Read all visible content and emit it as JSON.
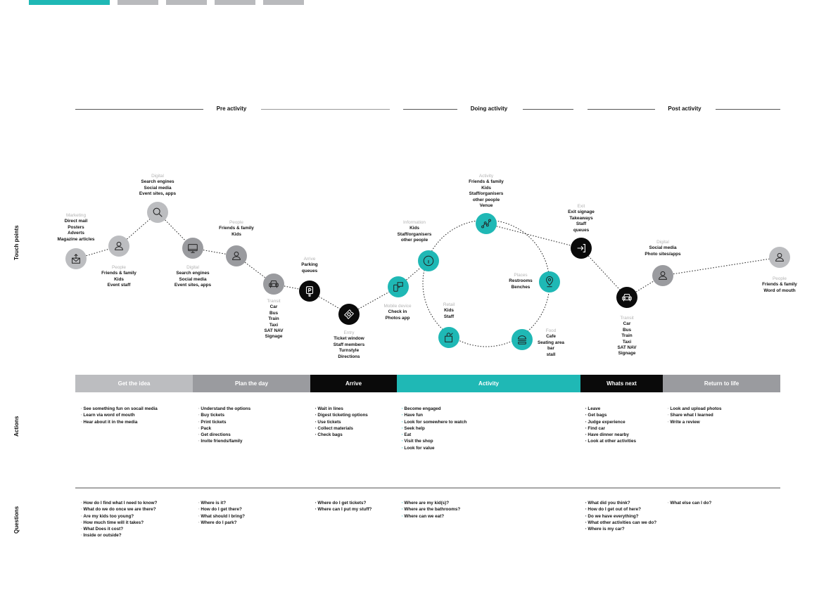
{
  "tabs": [
    {
      "label": "",
      "active": true
    },
    {
      "label": "",
      "active": false
    },
    {
      "label": "",
      "active": false
    },
    {
      "label": "",
      "active": false
    },
    {
      "label": "",
      "active": false
    }
  ],
  "phases": {
    "pre": "Pre activity",
    "doing": "Doing activity",
    "post": "Post activity"
  },
  "row_labels": {
    "touch_points": "Touch points",
    "actions": "Actions",
    "questions": "Questions"
  },
  "colors": {
    "teal": "#1fb8b5",
    "light_grey": "#bcbdc0",
    "mid_grey": "#9a9b9f",
    "black": "#0a0a0a"
  },
  "touchpoints": [
    {
      "id": "marketing",
      "category": "Marketing",
      "items": [
        "Direct mail",
        "Posters",
        "Adverts",
        "Magazine articles"
      ],
      "icon": "mail-upload-icon"
    },
    {
      "id": "people1",
      "category": "People",
      "items": [
        "Friends & family",
        "Kids",
        "Event staff"
      ],
      "icon": "person-icon"
    },
    {
      "id": "digital1",
      "category": "Digital",
      "items": [
        "Search engines",
        "Social media",
        "Event sites, apps"
      ],
      "icon": "search-icon"
    },
    {
      "id": "digital2",
      "category": "Digital",
      "items": [
        "Search engines",
        "Social media",
        "Event sites, apps"
      ],
      "icon": "monitor-icon"
    },
    {
      "id": "people2",
      "category": "People",
      "items": [
        "Friends & family",
        "Kids"
      ],
      "icon": "person-icon"
    },
    {
      "id": "transit1",
      "category": "Transit",
      "items": [
        "Car",
        "Bus",
        "Train",
        "Taxi",
        "SAT NAV",
        "Signage"
      ],
      "icon": "car-icon"
    },
    {
      "id": "arrive",
      "category": "Arrive",
      "items": [
        "Parking",
        "queues"
      ],
      "icon": "parking-icon"
    },
    {
      "id": "entry",
      "category": "Entry",
      "items": [
        "Ticket window",
        "Staff members",
        "Turnstyle",
        "Directions"
      ],
      "icon": "ticket-icon"
    },
    {
      "id": "mobile",
      "category": "Mobile device",
      "items": [
        "Check in",
        "Photos app"
      ],
      "icon": "mobile-chat-icon"
    },
    {
      "id": "information",
      "category": "Information",
      "items": [
        "Kids",
        "Staff/organisers",
        "other people"
      ],
      "icon": "info-icon"
    },
    {
      "id": "activity",
      "category": "Activity",
      "items": [
        "Friends & family",
        "Kids",
        "Staff/organisers",
        "other people",
        "Venue"
      ],
      "icon": "graph-icon"
    },
    {
      "id": "places",
      "category": "Places",
      "items": [
        "Restrooms",
        "Benches"
      ],
      "icon": "location-pin-icon"
    },
    {
      "id": "food",
      "category": "Food",
      "items": [
        "Cafe",
        "Seating area",
        "bar",
        "stall"
      ],
      "icon": "burger-icon"
    },
    {
      "id": "retail",
      "category": "Retail",
      "items": [
        "Kids",
        "Staff"
      ],
      "icon": "shopping-bag-icon"
    },
    {
      "id": "exit",
      "category": "Exit",
      "items": [
        "Exit signage",
        "Takeaways",
        "Staff",
        "queues"
      ],
      "icon": "exit-icon"
    },
    {
      "id": "transit2",
      "category": "Transit",
      "items": [
        "Car",
        "Bus",
        "Train",
        "Taxi",
        "SAT NAV",
        "Signage"
      ],
      "icon": "car-icon"
    },
    {
      "id": "digital3",
      "category": "Digital",
      "items": [
        "Social media",
        "Photo sites/apps"
      ],
      "icon": "person-icon"
    },
    {
      "id": "people3",
      "category": "People",
      "items": [
        "Friends & family",
        "Word of mouth"
      ],
      "icon": "person-icon"
    }
  ],
  "stages": [
    {
      "label": "Get the idea",
      "color": "#bcbdc0"
    },
    {
      "label": "Plan the day",
      "color": "#9a9b9f"
    },
    {
      "label": "Arrive",
      "color": "#0a0a0a"
    },
    {
      "label": "Activity",
      "color": "#1fb8b5"
    },
    {
      "label": "Whats next",
      "color": "#0a0a0a"
    },
    {
      "label": "Return to life",
      "color": "#9a9b9f"
    }
  ],
  "actions": [
    [
      "See something fun on socail media",
      "Learn via word of mouth",
      "Hear about it in the media"
    ],
    [
      "Understand the options",
      "Buy tickets",
      "Print tickets",
      "Pack",
      "Get directions",
      "Invite friends/family"
    ],
    [
      "Wait in lines",
      "Digest ticketing options",
      "Use tickets",
      "Collect materials",
      "Check bags"
    ],
    [
      "Become engaged",
      "Have fun",
      "Look for somewhere to watch",
      "Seek help",
      "Eat",
      "Visit the shop",
      "Look for value"
    ],
    [
      "Leave",
      "Get bags",
      "Judge experience",
      "Find car",
      "Have dinner nearby",
      "Look at other activities"
    ],
    [
      "Look and upload photos",
      "Share what I learned",
      "Write a review"
    ]
  ],
  "questions": [
    [
      "How do I find what I need to know?",
      "What do we do once we are there?",
      "Are my kids too young?",
      "How much time will it takes?",
      "What Does it cost?",
      "Inside or outside?"
    ],
    [
      "Where is it?",
      "How do I get there?",
      "What should I bring?",
      "Where do I park?"
    ],
    [
      "Where do I get tickets?",
      "Where can I put my stuff?"
    ],
    [
      "Where are my kid(s)?",
      "Where are the bathrooms?",
      "Where can we eat?"
    ],
    [
      "What did you think?",
      "How do I get out of here?",
      "Do we have everything?",
      "What other activities can we do?",
      "Where is my car?"
    ],
    [
      "What else can I do?"
    ]
  ]
}
